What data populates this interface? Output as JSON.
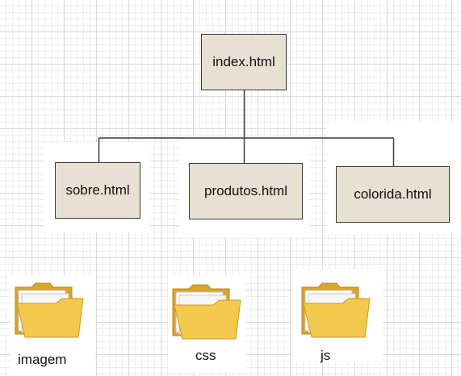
{
  "diagram": {
    "root": {
      "label": "index.html"
    },
    "children": [
      {
        "label": "sobre.html"
      },
      {
        "label": "produtos.html"
      },
      {
        "label": "colorida.html"
      }
    ],
    "folders": [
      {
        "label": "imagem",
        "icon": "folder-icon"
      },
      {
        "label": "css",
        "icon": "folder-icon"
      },
      {
        "label": "js",
        "icon": "folder-icon"
      }
    ],
    "colors": {
      "node_fill": "#e8e0d2",
      "node_border": "#3a3a3a",
      "folder_body": "#f2c94c",
      "folder_dark": "#d9a42a"
    }
  }
}
